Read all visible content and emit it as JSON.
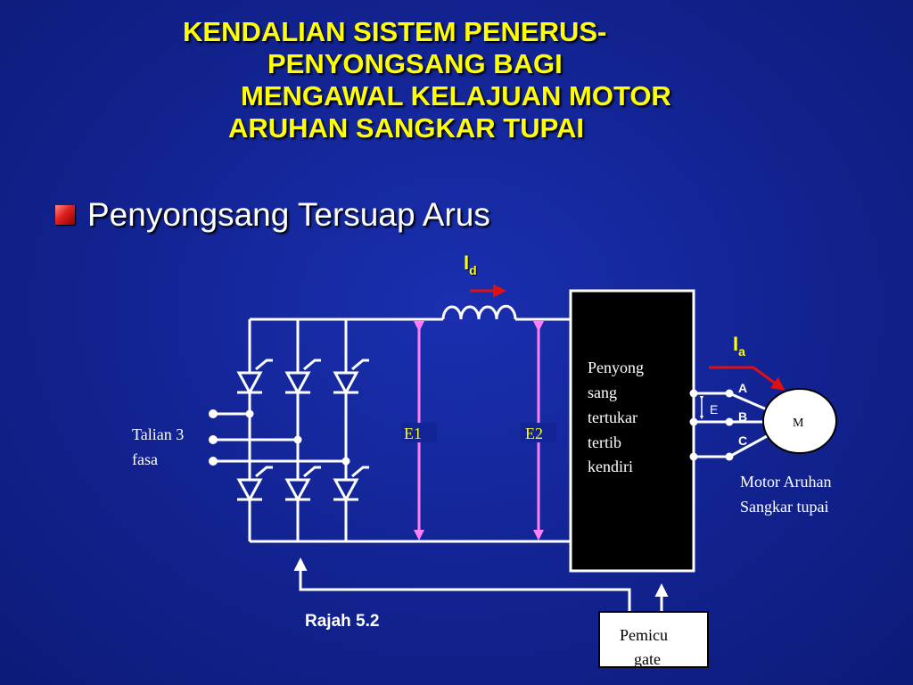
{
  "title": {
    "line1": "KENDALIAN SISTEM PENERUS-",
    "line2": "PENYONGSANG BAGI",
    "line3": "MENGAWAL KELAJUAN MOTOR",
    "line4": "ARUHAN SANGKAR TUPAI"
  },
  "bullet": {
    "text": "Penyongsang Tersuap Arus"
  },
  "diagram": {
    "current_id": {
      "main": "I",
      "sub": "d"
    },
    "current_ia": {
      "main": "I",
      "sub": "a"
    },
    "supply_label_1": "Talian 3",
    "supply_label_2": "fasa",
    "e1": "E1",
    "e2": "E2",
    "inverter_lines": [
      "Penyong",
      "sang",
      "tertukar",
      "tertib",
      "kendiri"
    ],
    "phases": [
      "A",
      "B",
      "C"
    ],
    "e_label": "E",
    "motor": "M",
    "motor_label_1": "Motor Aruhan",
    "motor_label_2": "Sangkar tupai",
    "figure_caption": "Rajah 5.2",
    "gate_line1": "Pemicu",
    "gate_line2": "gate"
  },
  "colors": {
    "background": "#132596",
    "title": "#ffff00",
    "wire": "#ffffff",
    "voltage_arrow": "#ff80ff",
    "current_arrow": "#e01010",
    "inverter_fill": "#000000"
  },
  "icons": {
    "bullet": "red-square-bullet"
  }
}
